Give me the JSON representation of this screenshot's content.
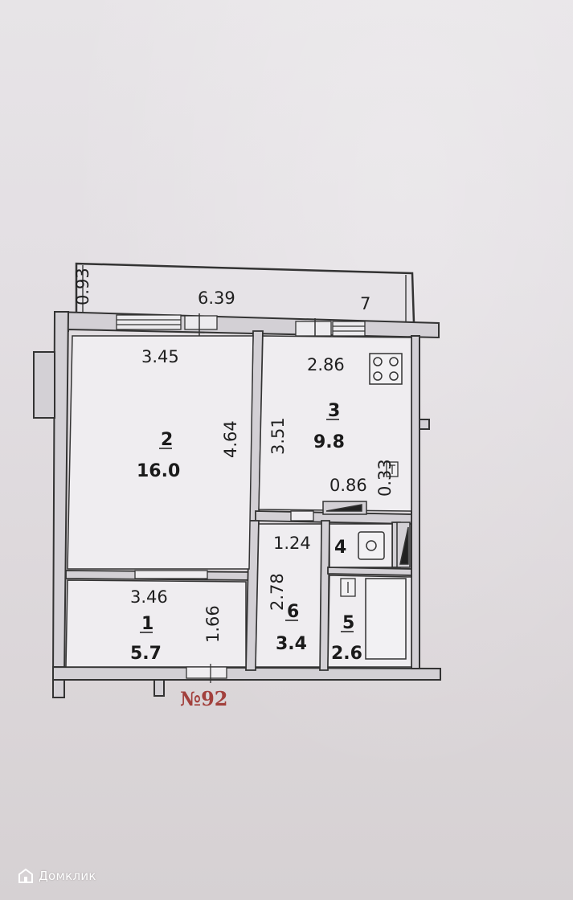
{
  "plan": {
    "apartment_number": "№92",
    "balcony": {
      "depth": "0.93",
      "width": "7"
    },
    "overall_width": "6.39",
    "rooms": [
      {
        "number": "1",
        "area": "5.7",
        "dims": [
          "3.46",
          "1.66"
        ]
      },
      {
        "number": "2",
        "area": "16.0",
        "dims": [
          "3.45",
          "4.64"
        ]
      },
      {
        "number": "3",
        "area": "9.8",
        "dims": [
          "2.86",
          "3.51"
        ],
        "extra": [
          "0.86",
          "0.33"
        ]
      },
      {
        "number": "4",
        "dims": [
          "1.24"
        ]
      },
      {
        "number": "5",
        "area": "2.6"
      },
      {
        "number": "6",
        "area": "3.4",
        "dims": [
          "2.78"
        ]
      }
    ]
  },
  "watermark": {
    "text": "Домклик",
    "color": "#ffffff"
  },
  "colors": {
    "wall": "#d3d0d5",
    "wall_edge": "#3a3a3a",
    "apt_label": "#a2403c"
  }
}
